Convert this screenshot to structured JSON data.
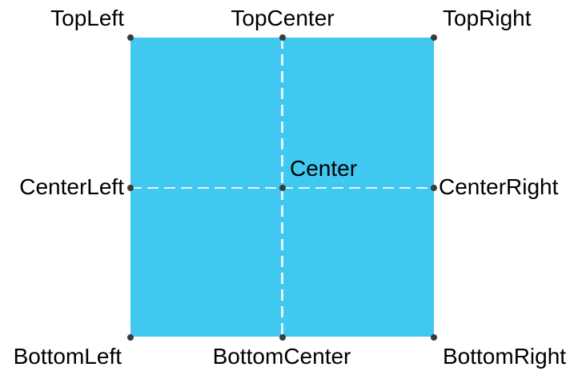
{
  "figure": {
    "background": "#ffffff",
    "rect_fill": "#41C8F0",
    "dash_color": "#E4F7FC",
    "dot_color": "#3B3B3B",
    "label_color": "#000000"
  },
  "anchors": {
    "top_left": "TopLeft",
    "top_center": "TopCenter",
    "top_right": "TopRight",
    "center_left": "CenterLeft",
    "center": "Center",
    "center_right": "CenterRight",
    "bottom_left": "BottomLeft",
    "bottom_center": "BottomCenter",
    "bottom_right": "BottomRight"
  }
}
